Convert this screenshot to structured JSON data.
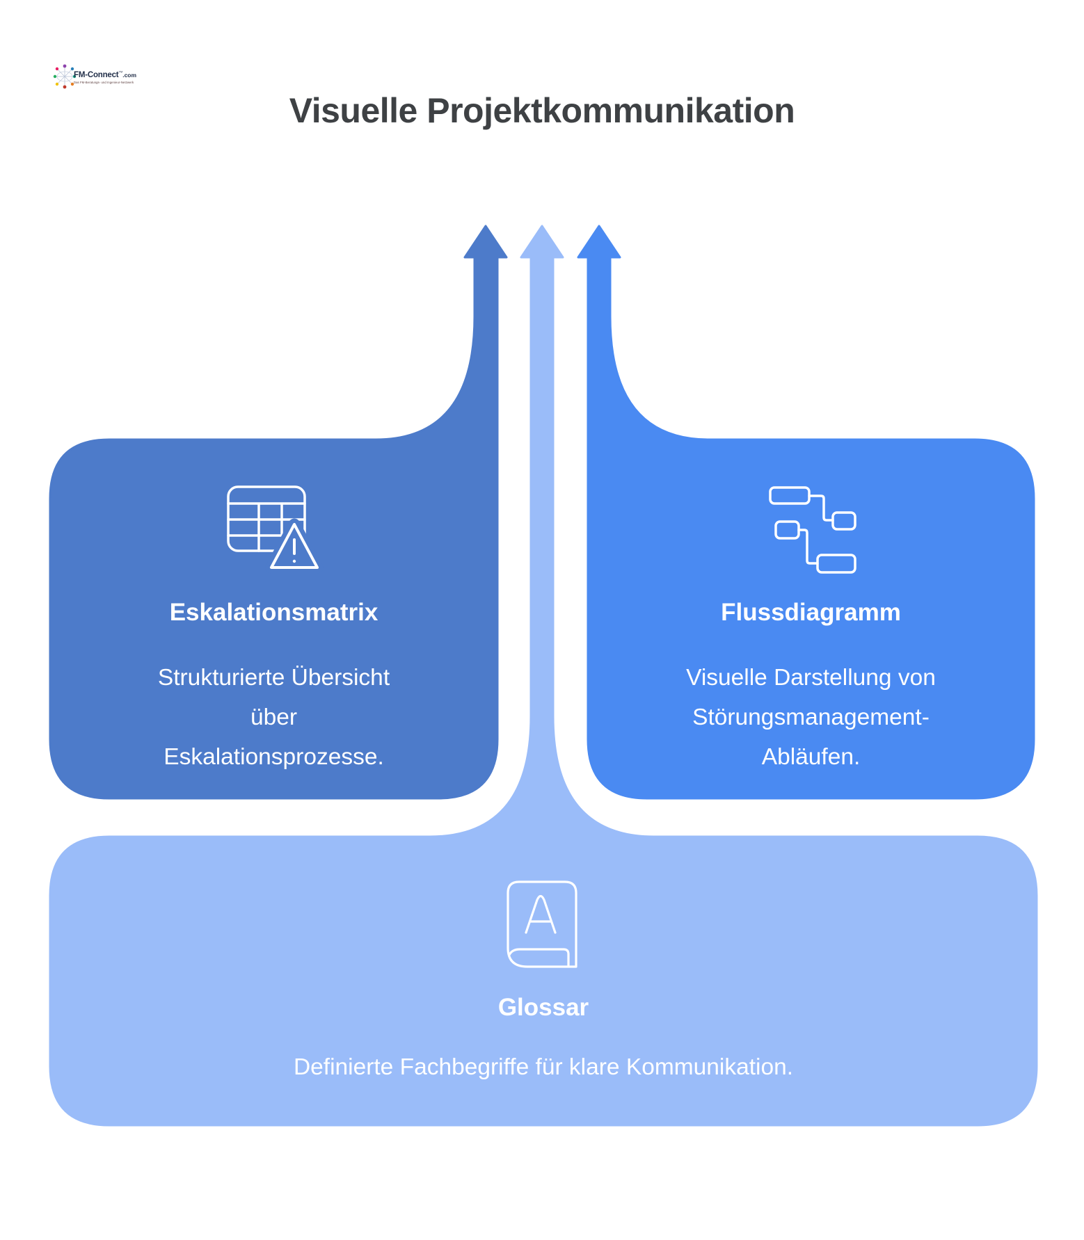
{
  "page": {
    "title": "Visuelle Projektkommunikation"
  },
  "logo": {
    "name": "FM-Connect",
    "tld": ".com",
    "tm": "TM",
    "tagline": "Das FM-Beratungs- und Ingenieur-Netzwerk"
  },
  "colors": {
    "card_left": "#4d7bca",
    "card_right": "#4a8af2",
    "card_light": "#9abcf9",
    "title_text": "#3e4144",
    "icon_stroke": "#ffffff"
  },
  "cards": [
    {
      "id": "eskalationsmatrix",
      "title": "Eskalationsmatrix",
      "description": "Strukturierte Übersicht\nüber\nEskalationsprozesse.",
      "icon": "table-warning-icon"
    },
    {
      "id": "flussdiagramm",
      "title": "Flussdiagramm",
      "description": "Visuelle Darstellung von\nStörungsmanagement-\nAbläufen.",
      "icon": "flowchart-icon"
    },
    {
      "id": "glossar",
      "title": "Glossar",
      "description": "Definierte Fachbegriffe für klare Kommunikation.",
      "icon": "glossary-book-icon"
    }
  ]
}
